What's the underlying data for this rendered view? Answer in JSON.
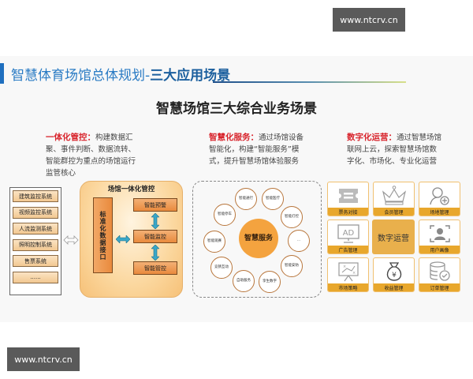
{
  "watermark": {
    "top": "www.ntcrv.cn",
    "bottom": "www.ntcrv.cn"
  },
  "header": {
    "title_prefix": "智慧体育场馆总体规划-",
    "title_bold": "三大应用场景"
  },
  "main_title": "智慧场馆三大综合业务场景",
  "descriptions": [
    {
      "highlight": "一体化管控：",
      "text": "构建数据汇聚、事件判断、数据流转、智能群控为重点的场馆运行监管核心"
    },
    {
      "highlight": "智慧化服务：",
      "text": "通过场馆设备智能化，构建“智能服务”模式，提升智慧场馆体验服务"
    },
    {
      "highlight": "数字化运营：",
      "text": "通过智慧场馆联网上云，探索智慧场馆数字化、市场化、专业化运营"
    }
  ],
  "systems": [
    {
      "label": "建筑监控系统"
    },
    {
      "label": "视频监控系统"
    },
    {
      "label": "人流监测系统"
    },
    {
      "label": "照明控制系统"
    },
    {
      "label": "售票系统"
    },
    {
      "label": "......"
    }
  ],
  "integrated_control": {
    "title": "场馆一体化管控",
    "interface": "标准化数据接口",
    "items": [
      {
        "label": "智能预警"
      },
      {
        "label": "智能监控"
      },
      {
        "label": "智能管控"
      }
    ]
  },
  "smart_service": {
    "center": "智慧服务",
    "nodes": [
      {
        "label": "智能通行"
      },
      {
        "label": "智能医疗"
      },
      {
        "label": "智能灯控"
      },
      {
        "label": "..."
      },
      {
        "label": "智能安防"
      },
      {
        "label": "孪生数字"
      },
      {
        "label": "自助服务"
      },
      {
        "label": "竞猜互动"
      },
      {
        "label": "智能观赛"
      },
      {
        "label": "智能停车"
      }
    ]
  },
  "digital_ops": {
    "center": "数字运营",
    "cells": [
      {
        "label": "票务对接",
        "icon": "ticket-icon"
      },
      {
        "label": "会员管理",
        "icon": "crown-icon"
      },
      {
        "label": "场地管理",
        "icon": "user-add-icon"
      },
      {
        "label": "广告管理",
        "icon": "ad-monitor-icon"
      },
      {
        "label": "用户画像",
        "icon": "user-portrait-icon"
      },
      {
        "label": "市场策略",
        "icon": "strategy-board-icon"
      },
      {
        "label": "收益管理",
        "icon": "money-bag-icon"
      },
      {
        "label": "订单管理",
        "icon": "database-check-icon"
      }
    ]
  }
}
